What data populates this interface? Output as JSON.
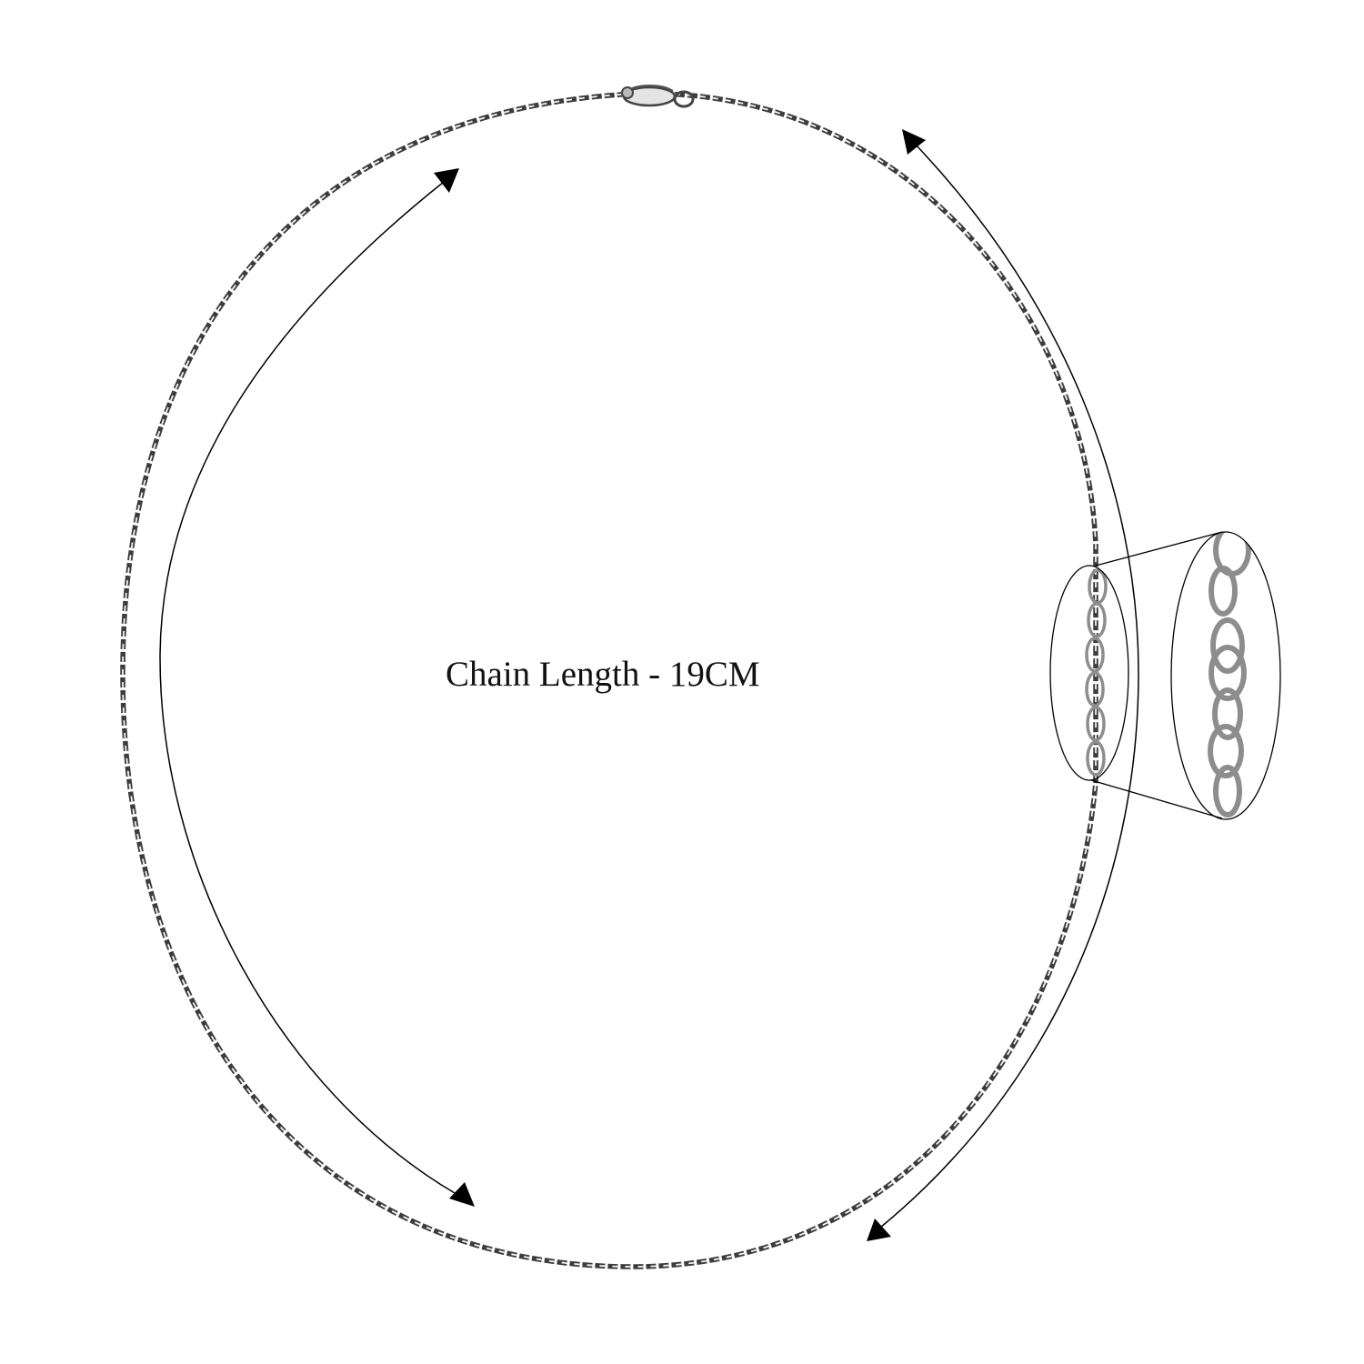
{
  "caption": {
    "text": "Chain Length -  19CM"
  },
  "colors": {
    "background": "#ffffff",
    "chain_dark": "#3c3c3c",
    "chain_light": "#f2f2f2",
    "metal": "#8d8d8d",
    "arrow": "#000000",
    "text": "#111111"
  },
  "icons": {
    "clasp": "lobster-clasp",
    "arrowhead": "triangle-arrowhead",
    "zoom": "magnifier-callout"
  }
}
